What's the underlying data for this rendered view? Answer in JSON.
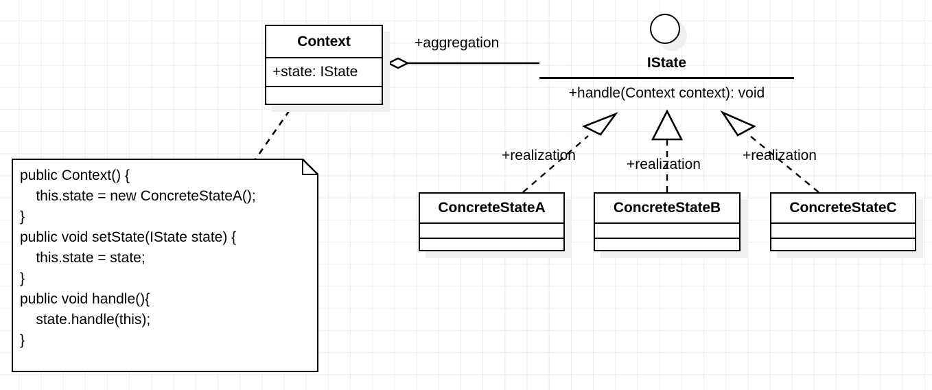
{
  "diagram": {
    "kind": "uml-class-diagram",
    "pattern": "State",
    "background": "#ffffff",
    "grid_color": "#ececec",
    "line_color": "#000000",
    "shadow_color": "#f0f0f0"
  },
  "classes": {
    "context": {
      "name": "Context",
      "attribute": "+state: IState",
      "operations": ""
    },
    "concrete_a": {
      "name": "ConcreteStateA",
      "mid": "",
      "bottom": ""
    },
    "concrete_b": {
      "name": "ConcreteStateB",
      "mid": "",
      "bottom": ""
    },
    "concrete_c": {
      "name": "ConcreteStateC",
      "mid": "",
      "bottom": ""
    }
  },
  "interface": {
    "name": "IState",
    "operation": "+handle(Context context): void"
  },
  "note": {
    "code": "public Context() {\n    this.state = new ConcreteStateA();\n}\npublic void setState(IState state) {\n    this.state = state;\n}\npublic void handle(){\n    state.handle(this);\n}"
  },
  "relationships": {
    "aggregation_label": "+aggregation",
    "realization_a_label": "+realization",
    "realization_b_label": "+realization",
    "realization_c_label": "+realization"
  }
}
